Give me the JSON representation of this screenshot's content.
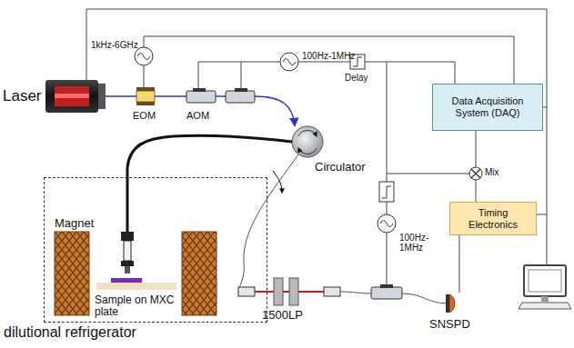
{
  "diagram": {
    "nodes": [
      {
        "text": [
          "Data Acquisition System (DAQ)"
        ]
      },
      {
        "text": [
          "Timing Electronics"
        ]
      },
      {
        "text": [
          "dilutional refrigerator"
        ]
      }
    ],
    "edges": [
      {
        "from": 0,
        "to": 1,
        "arrow": "none"
      }
    ],
    "labels": [
      "Laser",
      "1kHz-6GHz",
      "EOM",
      "AOM",
      "100Hz-1MHz",
      "Delay",
      "Magnet",
      "Sample on MXC plate",
      "Circulator",
      "1500LP",
      "100Hz-1MHz",
      "SNSPD",
      "Mix"
    ]
  }
}
